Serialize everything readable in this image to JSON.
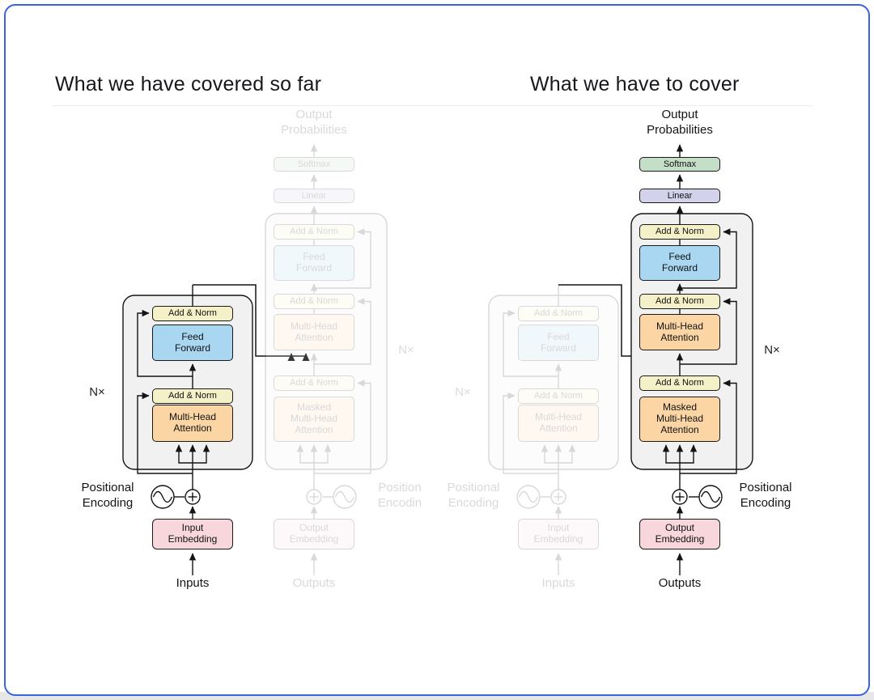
{
  "panels": {
    "left": {
      "title": "What we have covered so far",
      "highlight": "encoder"
    },
    "right": {
      "title": "What we have to cover",
      "highlight": "decoder"
    }
  },
  "diagram": {
    "inputs_label": "Inputs",
    "outputs_label": "Outputs",
    "input_embedding": "Input\nEmbedding",
    "output_embedding": "Output\nEmbedding",
    "positional_encoding": "Positional\nEncoding",
    "positional_encoding_truncated": "Position\nEncodin",
    "add_norm": "Add & Norm",
    "multi_head_attention": "Multi-Head\nAttention",
    "masked_multi_head_attention": "Masked\nMulti-Head\nAttention",
    "feed_forward": "Feed\nForward",
    "linear": "Linear",
    "softmax": "Softmax",
    "output_probabilities": "Output\nProbabilities",
    "n_times": "N×"
  },
  "colors": {
    "embedding-pink": "#f8d7dc",
    "attention-orange": "#fbd6a4",
    "addnorm-yellow": "#f4f0c8",
    "feedforward-blue": "#a9d7f1",
    "linear-purple": "#d2d2ea",
    "softmax-green": "#c4dec8",
    "block-gray": "#f1f1f2",
    "accent-border": "#3b63e0"
  }
}
